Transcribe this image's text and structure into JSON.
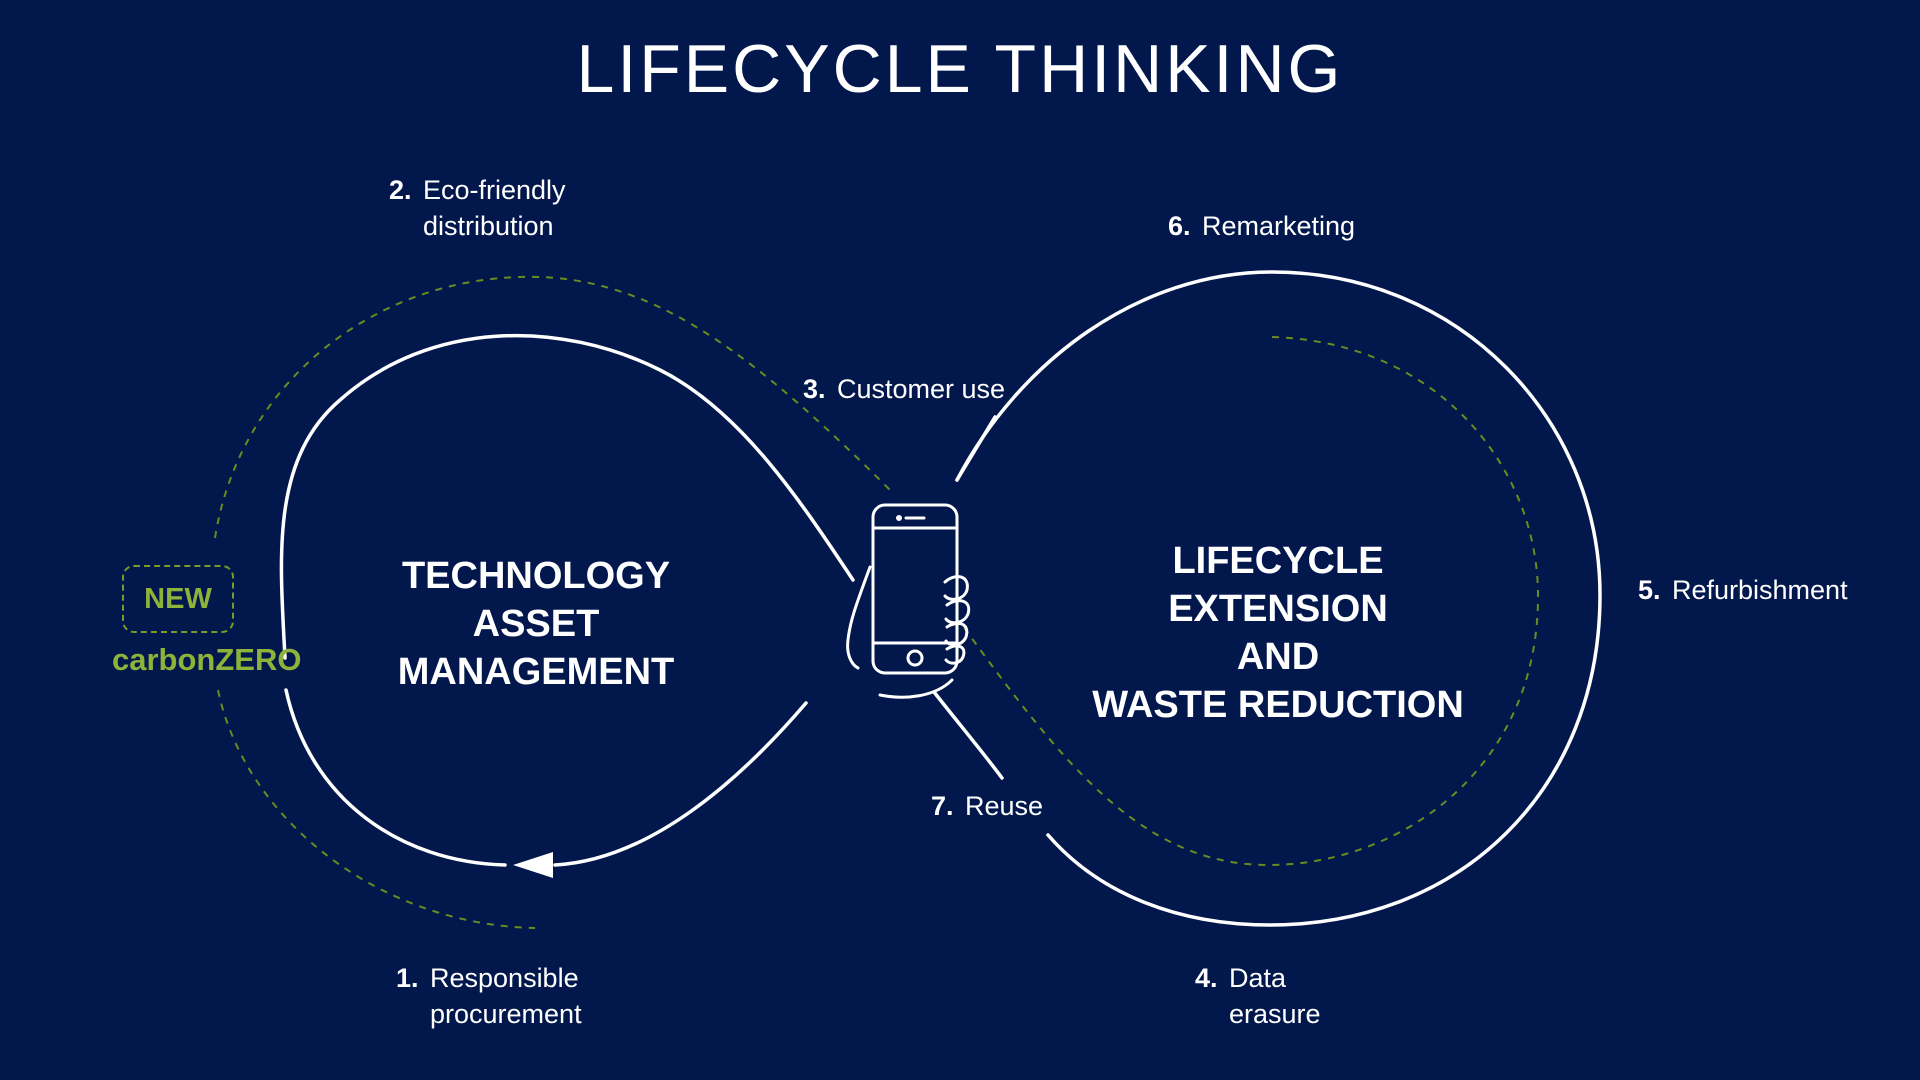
{
  "title": "LIFECYCLE THINKING",
  "left_loop_label": [
    "TECHNOLOGY ASSET",
    "MANAGEMENT"
  ],
  "right_loop_label": [
    "LIFECYCLE EXTENSION",
    "AND",
    "WASTE REDUCTION"
  ],
  "steps": [
    {
      "num": "1.",
      "line1": "Responsible",
      "line2": "procurement"
    },
    {
      "num": "2.",
      "line1": "Eco-friendly",
      "line2": "distribution"
    },
    {
      "num": "3.",
      "line1": "Customer use",
      "line2": ""
    },
    {
      "num": "4.",
      "line1": "Data",
      "line2": "erasure"
    },
    {
      "num": "5.",
      "line1": "Refurbishment",
      "line2": ""
    },
    {
      "num": "6.",
      "line1": "Remarketing",
      "line2": ""
    },
    {
      "num": "7.",
      "line1": "Reuse",
      "line2": ""
    }
  ],
  "badge": {
    "label": "NEW",
    "brand": "carbonZERO"
  },
  "icons": {
    "center": "smartphone-in-hand-icon",
    "arrow": "arrowhead-left-icon"
  },
  "colors": {
    "background": "#02174b",
    "line": "#ffffff",
    "accent": "#8db33a"
  }
}
